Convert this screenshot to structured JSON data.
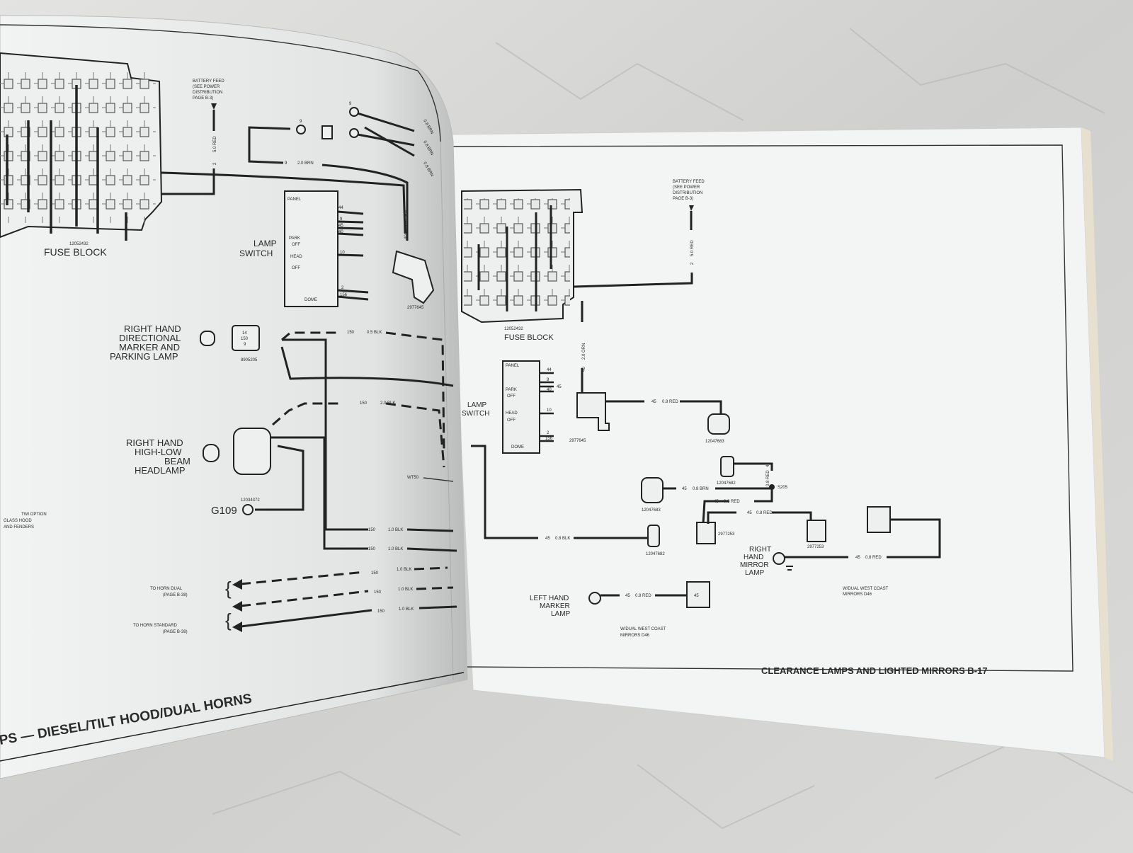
{
  "left_page": {
    "fuse_block": {
      "label": "FUSE BLOCK",
      "part": "12052432"
    },
    "battery_feed": [
      "BATTERY FEED",
      "(SEE POWER",
      "DISTRIBUTION",
      "PAGE B-3)"
    ],
    "battery_wire": {
      "circuit": "2",
      "wire": "5.0 RED"
    },
    "brn_wire": {
      "circuit": "9",
      "wire": "2.0 BRN"
    },
    "orn_wire": {
      "circuit": "40",
      "wire": "2.0 ORN"
    },
    "term_9": "9",
    "upper_wires": [
      "0.8 BRN",
      "0.8 BRN",
      "0.8 BRN"
    ],
    "lamp_switch": {
      "label_1": "LAMP",
      "label_2": "SWITCH",
      "panel": "PANEL",
      "park": "PARK",
      "off": "OFF",
      "head": "HEAD",
      "dome": "DOME",
      "circuits": [
        "44",
        "9",
        "45",
        "40",
        "10",
        "2",
        "156"
      ]
    },
    "connector_part": "2977645",
    "rh_directional": {
      "lines": [
        "RIGHT HAND",
        "DIRECTIONAL",
        "MARKER AND",
        "PARKING LAMP"
      ],
      "part": "8905205",
      "pins": [
        "14",
        "150",
        "9"
      ],
      "wire": {
        "circuit": "150",
        "wire": "0.5 BLK"
      }
    },
    "rh_headlamp": {
      "lines": [
        "RIGHT HAND",
        "HIGH-LOW",
        "BEAM",
        "HEADLAMP"
      ],
      "part": "12034372",
      "wire": {
        "circuit": "150",
        "wire": "2.0 BLK"
      }
    },
    "ground": "G109",
    "splice": "WT50",
    "blk_wires": [
      {
        "circuit": "150",
        "wire": "1.0 BLK"
      },
      {
        "circuit": "150",
        "wire": "1.0 BLK"
      },
      {
        "circuit": "150",
        "wire": "1.0 BLK"
      },
      {
        "circuit": "150",
        "wire": "1.0 BLK"
      },
      {
        "circuit": "150",
        "wire": "1.0 BLK"
      }
    ],
    "horn_dual": [
      "TO HORN DUAL",
      "(PAGE B-38)"
    ],
    "horn_standard": [
      "TO HORN STANDARD",
      "(PAGE B-38)"
    ],
    "option_note": [
      "TWI OPTION",
      "GLASS HOOD",
      "AND FENDERS"
    ],
    "footer": "PS — DIESEL/TILT HOOD/DUAL HORNS"
  },
  "right_page": {
    "fuse_block": {
      "label": "FUSE BLOCK",
      "part": "12052432"
    },
    "battery_feed": [
      "BATTERY FEED",
      "(SEE POWER",
      "DISTRIBUTION",
      "PAGE B-3)"
    ],
    "battery_wire": {
      "circuit": "2",
      "wire": "5.0 RED"
    },
    "orn_wire": {
      "circuit": "40",
      "wire": "2.0 ORN"
    },
    "lamp_switch": {
      "label_1": "LAMP",
      "label_2": "SWITCH",
      "panel": "PANEL",
      "park": "PARK",
      "off": "OFF",
      "head": "HEAD",
      "dome": "DOME",
      "circuits": [
        "44",
        "9",
        "45",
        "40",
        "10",
        "2",
        "156"
      ]
    },
    "connector_part": "2977645",
    "wires": {
      "red_top": {
        "circuit": "45",
        "wire": "0.8 RED"
      },
      "red_vert": {
        "circuit": "45",
        "wire": "0.8 RED"
      },
      "brn": {
        "circuit": "45",
        "wire": "0.8 BRN"
      },
      "red_mid": {
        "circuit": "45",
        "wire": "0.8 RED"
      },
      "red_low": {
        "circuit": "45",
        "wire": "0.8 RED"
      },
      "blk": {
        "circuit": "45",
        "wire": "0.8 BLK"
      },
      "red_right": {
        "circuit": "45",
        "wire": "0.8 RED"
      },
      "red_left": {
        "circuit": "45",
        "wire": "0.8 RED"
      }
    },
    "splice": "S205",
    "parts": {
      "p1": "12047683",
      "p2": "12047682",
      "p3": "12047683",
      "p4": "2977253",
      "p5": "2977253",
      "p6": "12047682"
    },
    "pin": "45",
    "rh_mirror": [
      "RIGHT",
      "HAND",
      "MIRROR",
      "LAMP"
    ],
    "lh_marker": [
      "LEFT HAND",
      "MARKER",
      "LAMP"
    ],
    "note_right": [
      "W/DUAL WEST COAST",
      "MIRRORS D46"
    ],
    "note_left": [
      "W/DUAL WEST COAST",
      "MIRRORS D46"
    ],
    "footer": "CLEARANCE LAMPS AND LIGHTED MIRRORS B-17"
  }
}
